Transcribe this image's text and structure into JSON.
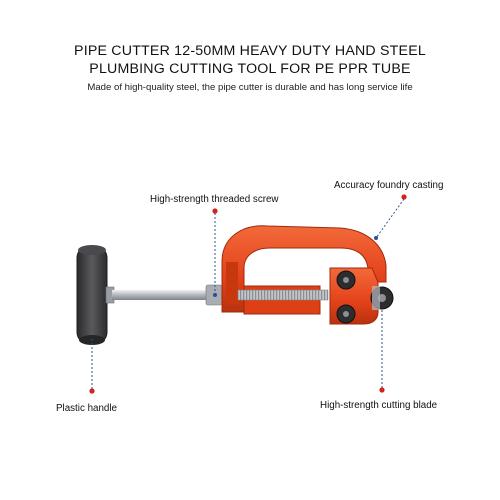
{
  "header": {
    "title_line1": "PIPE CUTTER 12-50MM HEAVY DUTY HAND STEEL",
    "title_line2": "PLUMBING CUTTING TOOL FOR PE PPR TUBE",
    "subtitle": "Made of high-quality steel, the pipe cutter is durable and has long service life"
  },
  "callouts": {
    "threaded_screw": "High-strength threaded screw",
    "foundry_casting": "Accuracy foundry casting",
    "plastic_handle": "Plastic handle",
    "cutting_blade": "High-strength cutting blade"
  },
  "colors": {
    "body_orange": "#e8461e",
    "body_shadow": "#b52e10",
    "handle_dark": "#3a3a3c",
    "steel": "#c9ccd0",
    "marker_red": "#d0241c",
    "leader_blue": "#2d4f8f"
  }
}
